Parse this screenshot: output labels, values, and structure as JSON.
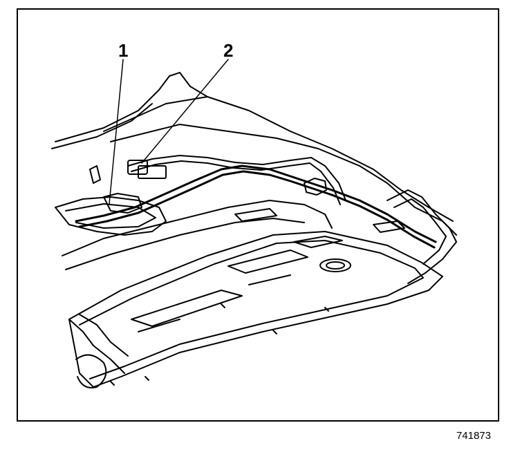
{
  "callouts": [
    {
      "label": "1"
    },
    {
      "label": "2"
    }
  ],
  "figure_id": "741873"
}
